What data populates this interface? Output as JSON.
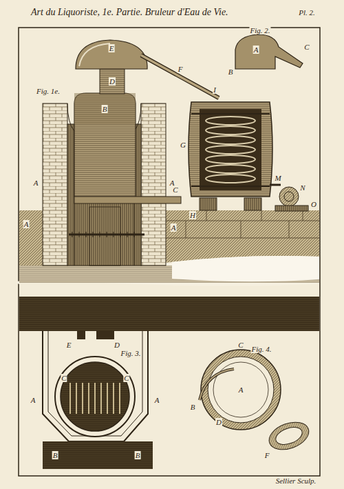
{
  "diagram": {
    "title": "Art du Liquoriste, 1e. Partie. Bruleur d'Eau de Vie.",
    "labels": [
      "Pl. 2.",
      "Fig. 1e.",
      "E",
      "D",
      "B",
      "F",
      "I",
      "A",
      "A",
      "A",
      "A",
      "C",
      "G",
      "H",
      "M",
      "N",
      "O",
      "Fig. 2.",
      "A",
      "B",
      "C",
      "Fig. 3.",
      "A",
      "A",
      "B",
      "B",
      "C",
      "C",
      "D",
      "E",
      "Fig. 4.",
      "A",
      "B",
      "C",
      "D",
      "F",
      "Sellier Sculp."
    ]
  }
}
